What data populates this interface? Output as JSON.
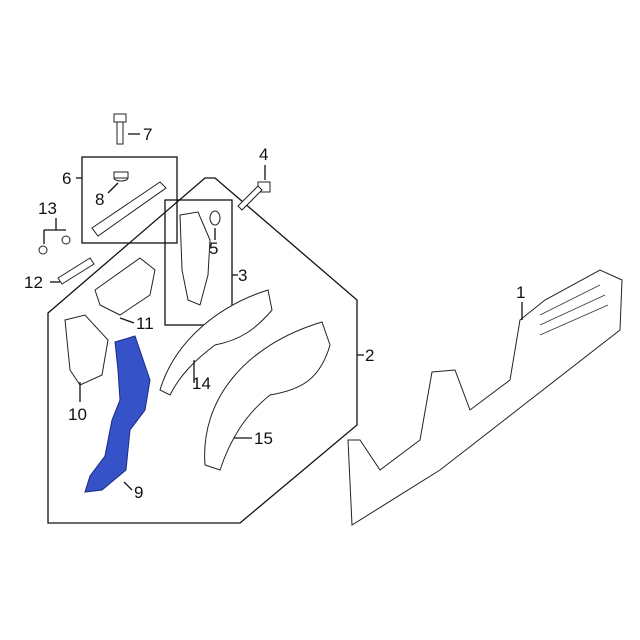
{
  "diagram": {
    "callouts": {
      "c1": "1",
      "c2": "2",
      "c3": "3",
      "c4": "4",
      "c5": "5",
      "c6": "6",
      "c7": "7",
      "c8": "8",
      "c9": "9",
      "c10": "10",
      "c11": "11",
      "c12": "12",
      "c13": "13",
      "c14": "14",
      "c15": "15"
    },
    "highlight_color": "#3552c8"
  }
}
